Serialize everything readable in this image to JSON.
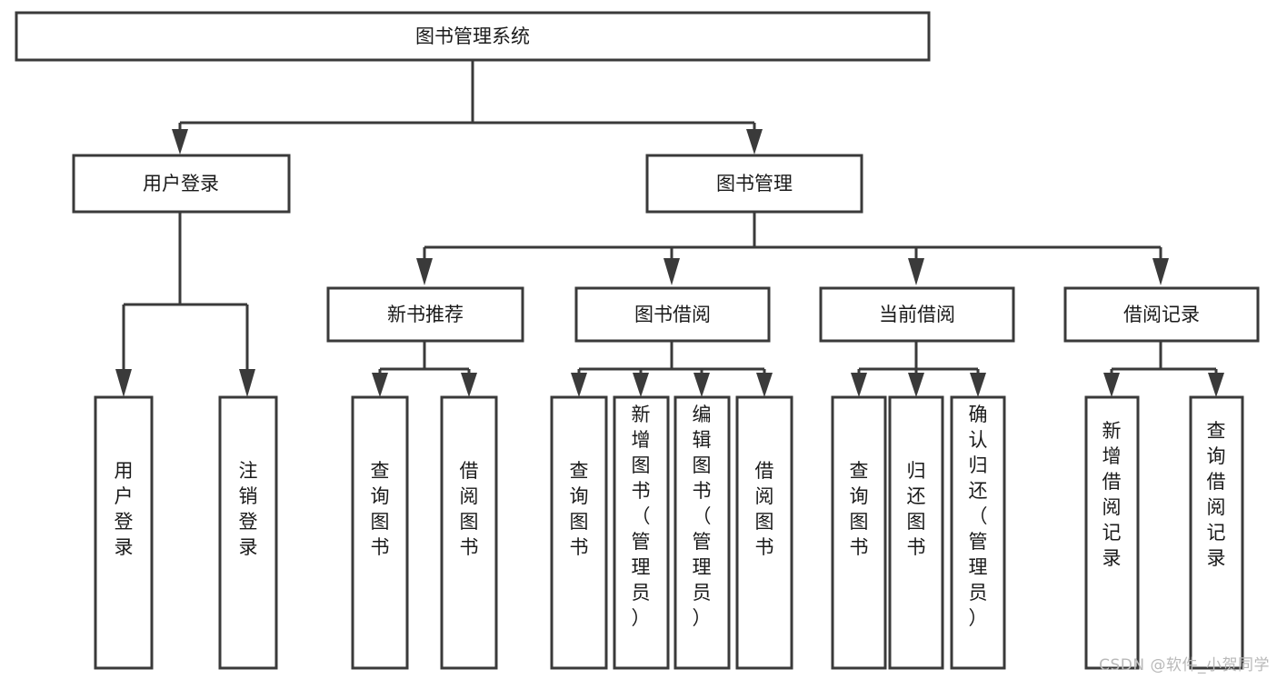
{
  "diagram": {
    "title": "图书管理系统",
    "type": "tree",
    "orientation": "top-down",
    "watermark": "CSDN @软件_小贺同学",
    "colors": {
      "stroke": "#3a3a3a",
      "box_fill": "#ffffff",
      "text": "#1a1a1a",
      "background": "#ffffff",
      "watermark_text": "#b9b9b9"
    },
    "levels": [
      {
        "level": 0,
        "nodes": [
          {
            "id": "root",
            "label": "图书管理系统",
            "orientation": "horizontal"
          }
        ]
      },
      {
        "level": 1,
        "nodes": [
          {
            "id": "login",
            "label": "用户登录",
            "orientation": "horizontal",
            "parent": "root"
          },
          {
            "id": "bookmgmt",
            "label": "图书管理",
            "orientation": "horizontal",
            "parent": "root"
          }
        ]
      },
      {
        "level": 2,
        "nodes": [
          {
            "id": "newbook",
            "label": "新书推荐",
            "orientation": "horizontal",
            "parent": "bookmgmt"
          },
          {
            "id": "borrow",
            "label": "图书借阅",
            "orientation": "horizontal",
            "parent": "bookmgmt"
          },
          {
            "id": "current",
            "label": "当前借阅",
            "orientation": "horizontal",
            "parent": "bookmgmt"
          },
          {
            "id": "record",
            "label": "借阅记录",
            "orientation": "horizontal",
            "parent": "bookmgmt"
          }
        ]
      },
      {
        "level": 3,
        "nodes": [
          {
            "id": "leaf-1",
            "label": "用户登录",
            "orientation": "vertical",
            "parent": "login"
          },
          {
            "id": "leaf-2",
            "label": "注销登录",
            "orientation": "vertical",
            "parent": "login"
          },
          {
            "id": "leaf-3",
            "label": "查询图书",
            "orientation": "vertical",
            "parent": "newbook"
          },
          {
            "id": "leaf-4",
            "label": "借阅图书",
            "orientation": "vertical",
            "parent": "newbook"
          },
          {
            "id": "leaf-5",
            "label": "查询图书",
            "orientation": "vertical",
            "parent": "borrow"
          },
          {
            "id": "leaf-6",
            "label": "新增图书（管理员）",
            "orientation": "vertical",
            "parent": "borrow"
          },
          {
            "id": "leaf-7",
            "label": "编辑图书（管理员）",
            "orientation": "vertical",
            "parent": "borrow"
          },
          {
            "id": "leaf-8",
            "label": "借阅图书",
            "orientation": "vertical",
            "parent": "borrow"
          },
          {
            "id": "leaf-9",
            "label": "查询图书",
            "orientation": "vertical",
            "parent": "current"
          },
          {
            "id": "leaf-10",
            "label": "归还图书",
            "orientation": "vertical",
            "parent": "current"
          },
          {
            "id": "leaf-11",
            "label": "确认归还（管理员）",
            "orientation": "vertical",
            "parent": "current"
          },
          {
            "id": "leaf-12",
            "label": "新增借阅记录",
            "orientation": "vertical",
            "parent": "record"
          },
          {
            "id": "leaf-13",
            "label": "查询借阅记录",
            "orientation": "vertical",
            "parent": "record"
          }
        ]
      }
    ]
  }
}
